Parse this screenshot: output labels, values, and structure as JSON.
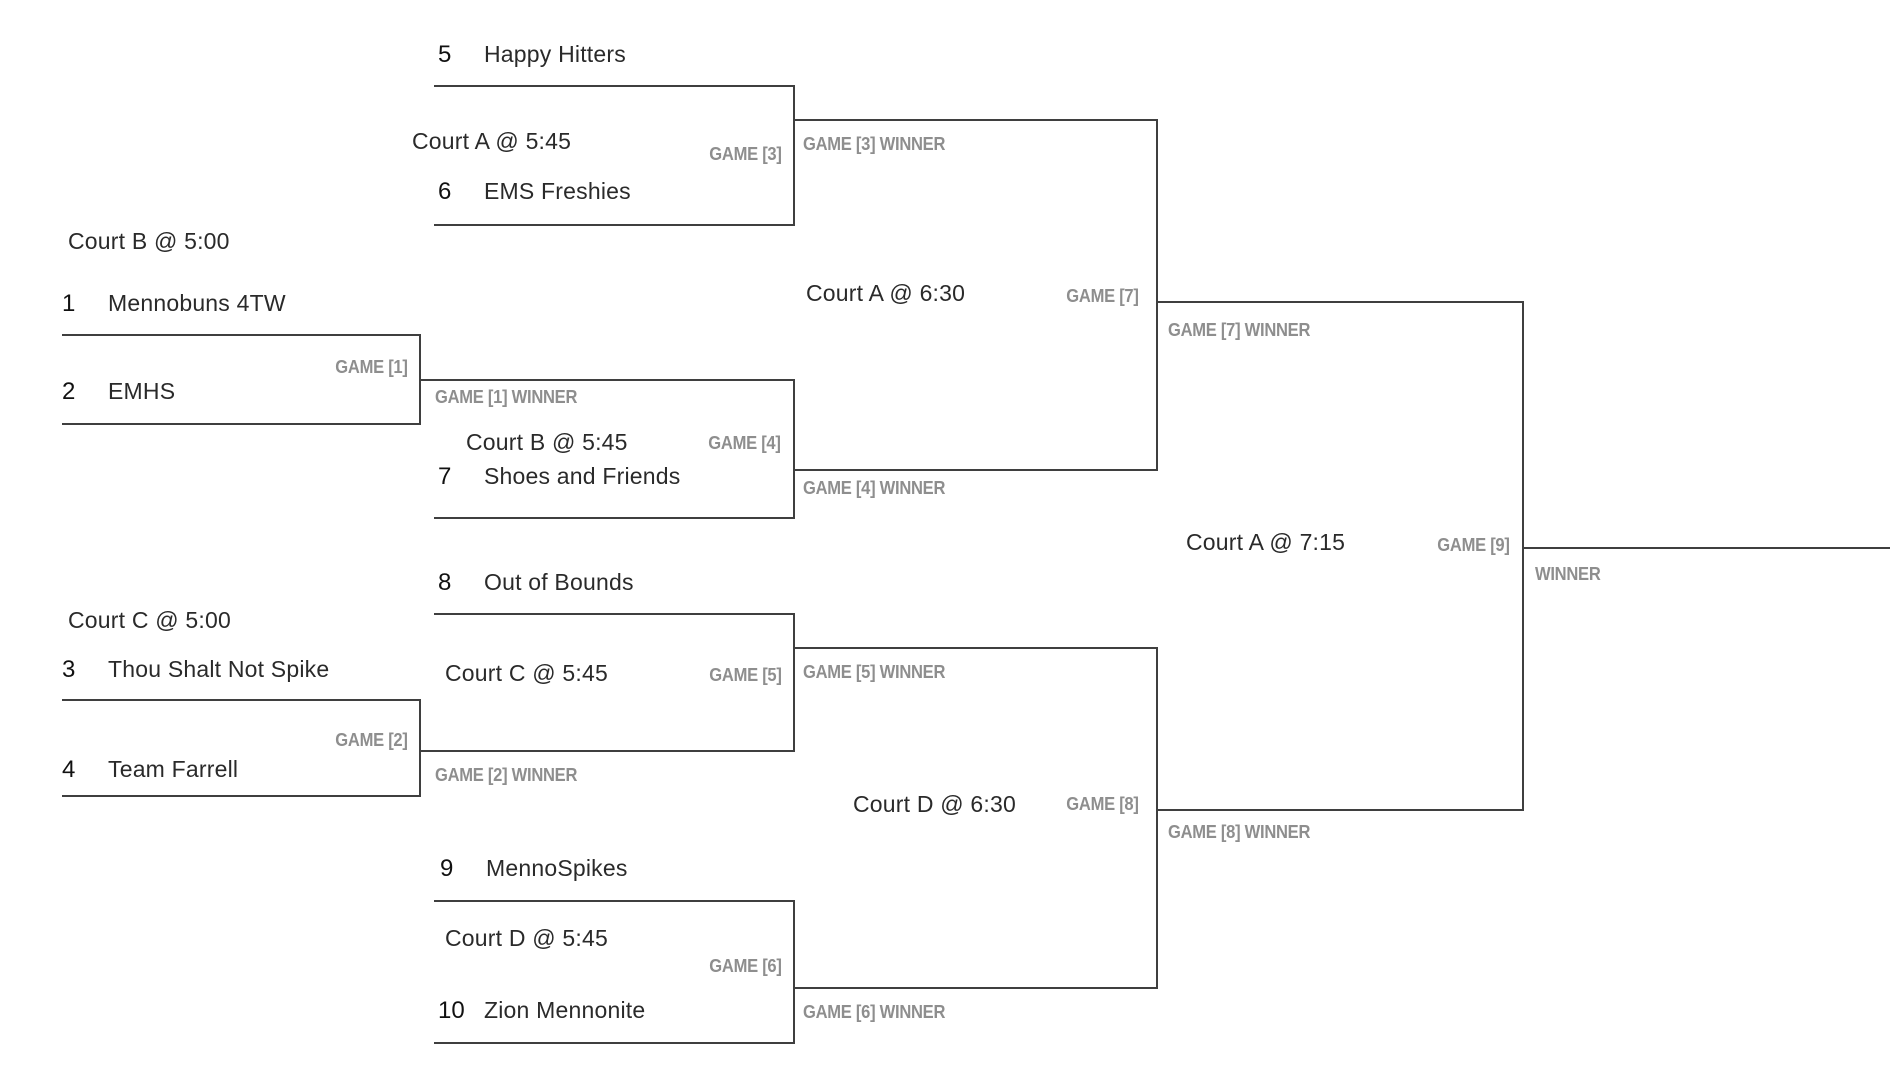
{
  "teams": {
    "t1": {
      "seed": "1",
      "name": "Mennobuns 4TW"
    },
    "t2": {
      "seed": "2",
      "name": "EMHS"
    },
    "t3": {
      "seed": "3",
      "name": "Thou Shalt Not Spike"
    },
    "t4": {
      "seed": "4",
      "name": "Team Farrell"
    },
    "t5": {
      "seed": "5",
      "name": "Happy Hitters"
    },
    "t6": {
      "seed": "6",
      "name": "EMS Freshies"
    },
    "t7": {
      "seed": "7",
      "name": "Shoes and Friends"
    },
    "t8": {
      "seed": "8",
      "name": "Out of Bounds"
    },
    "t9": {
      "seed": "9",
      "name": "MennoSpikes"
    },
    "t10": {
      "seed": "10",
      "name": "Zion Mennonite"
    }
  },
  "games": {
    "g1": {
      "label": "GAME [1]",
      "court": "Court B @ 5:00",
      "winner_label": "GAME [1] WINNER"
    },
    "g2": {
      "label": "GAME [2]",
      "court": "Court C @ 5:00",
      "winner_label": "GAME [2] WINNER"
    },
    "g3": {
      "label": "GAME [3]",
      "court": "Court A @ 5:45",
      "winner_label": "GAME [3] WINNER"
    },
    "g4": {
      "label": "GAME [4]",
      "court": "Court B @ 5:45",
      "winner_label": "GAME [4] WINNER"
    },
    "g5": {
      "label": "GAME [5]",
      "court": "Court C @ 5:45",
      "winner_label": "GAME [5] WINNER"
    },
    "g6": {
      "label": "GAME [6]",
      "court": "Court D @ 5:45",
      "winner_label": "GAME [6] WINNER"
    },
    "g7": {
      "label": "GAME [7]",
      "court": "Court A @ 6:30",
      "winner_label": "GAME [7] WINNER"
    },
    "g8": {
      "label": "GAME [8]",
      "court": "Court D @ 6:30",
      "winner_label": "GAME [8] WINNER"
    },
    "g9": {
      "label": "GAME [9]",
      "court": "Court A @ 7:15",
      "winner_label": "WINNER"
    }
  },
  "colors": {
    "line": "#3f3f3f",
    "text": "#2a2a2a",
    "muted_label": "#8e8e8e",
    "background": "#ffffff"
  }
}
